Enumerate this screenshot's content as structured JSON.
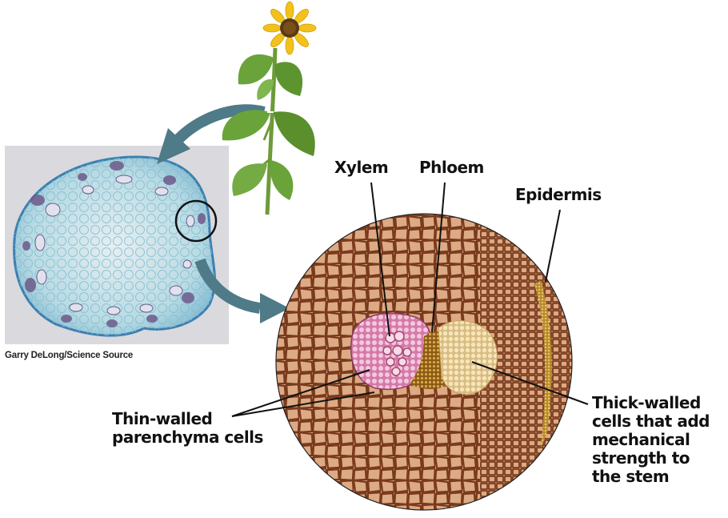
{
  "figure": {
    "title": "Sunflower stem cross-section",
    "photo_credit": "Garry DeLong/Science Source",
    "labels": {
      "xylem": "Xylem",
      "phloem": "Phloem",
      "epidermis": "Epidermis",
      "thin_walled": "Thin-walled parenchyma cells",
      "thin_walled_lines": [
        "Thin-walled",
        "parenchyma cells"
      ],
      "thick_walled_lines": [
        "Thick-walled",
        "cells that add",
        "mechanical",
        "strength to",
        "the stem"
      ]
    },
    "colors": {
      "photo_bg": "#d9d9de",
      "micrograph": "#a9d3de",
      "arrow": "#4f7a88",
      "parenchyma": "#d9a77e",
      "cell_wall": "#7a3a1c",
      "xylem": "#e2a0c2",
      "phloem": "#b07a22",
      "sclerenchyma": "#f1dfae",
      "flower": "#f2c21b",
      "leaf": "#6aa33a"
    }
  }
}
